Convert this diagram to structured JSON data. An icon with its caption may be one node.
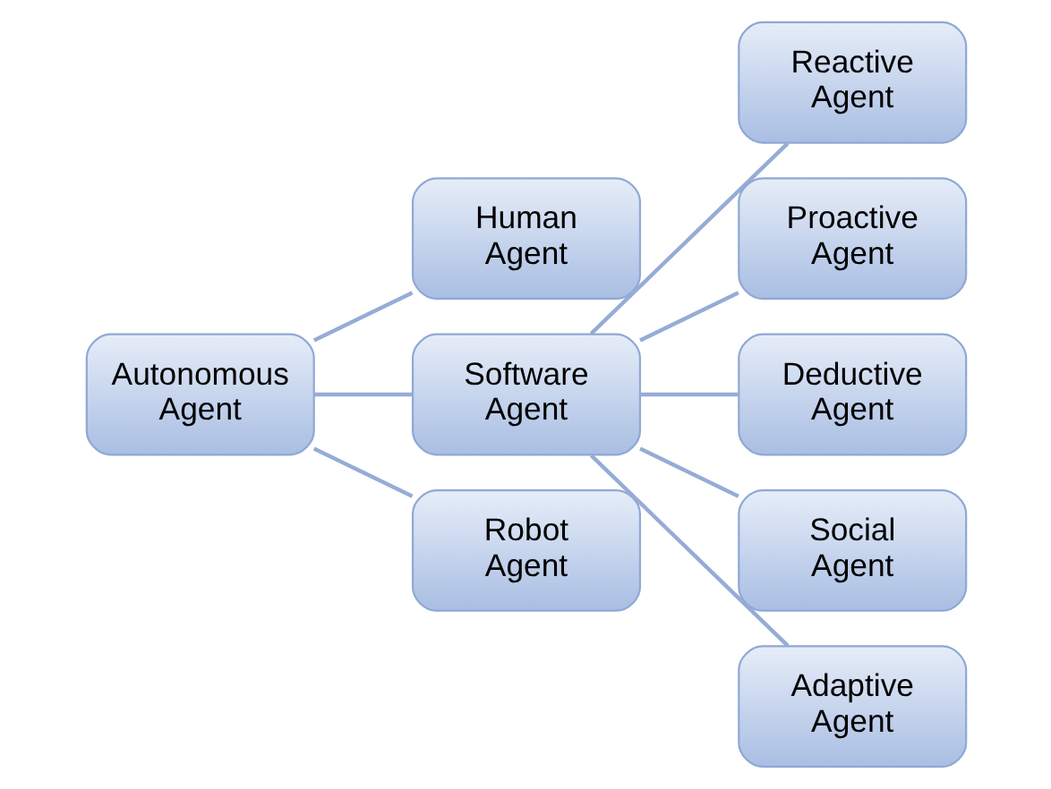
{
  "diagram": {
    "nodes": [
      {
        "text": [
          "Autonomous Agent"
        ]
      },
      {
        "text": [
          "Human Agent"
        ]
      },
      {
        "text": [
          "Software Agent"
        ]
      },
      {
        "text": [
          "Robot Agent"
        ]
      },
      {
        "text": [
          "Reactive Agent"
        ]
      },
      {
        "text": [
          "Proactive Agent"
        ]
      },
      {
        "text": [
          "Deductive Agent"
        ]
      },
      {
        "text": [
          "Social Agent"
        ]
      },
      {
        "text": [
          "Adaptive Agent"
        ]
      }
    ],
    "edges": [
      {
        "from": 0,
        "to": 1,
        "arrow": "none"
      },
      {
        "from": 0,
        "to": 2,
        "arrow": "none"
      },
      {
        "from": 0,
        "to": 3,
        "arrow": "none"
      },
      {
        "from": 2,
        "to": 4,
        "arrow": "none"
      },
      {
        "from": 2,
        "to": 5,
        "arrow": "none"
      },
      {
        "from": 2,
        "to": 6,
        "arrow": "none"
      },
      {
        "from": 2,
        "to": 7,
        "arrow": "none"
      },
      {
        "from": 2,
        "to": 8,
        "arrow": "none"
      }
    ]
  }
}
